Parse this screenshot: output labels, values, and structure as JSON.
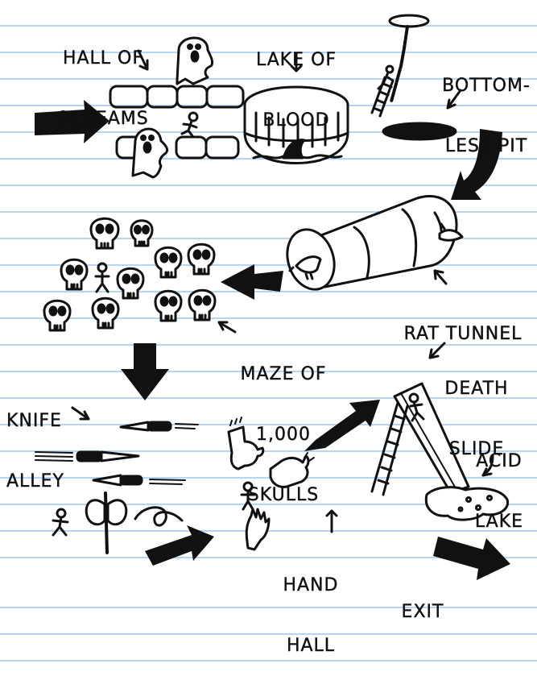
{
  "stations": {
    "hall_of_screams": [
      "HALL OF",
      "SCREAMS"
    ],
    "lake_of_blood": [
      "LAKE OF",
      "BLOOD"
    ],
    "bottomless_pit": [
      "BOTTOM-",
      "LESS PIT"
    ],
    "rat_tunnel": [
      "RAT TUNNEL"
    ],
    "maze_of_skulls": [
      "MAZE OF",
      "1,000",
      "SKULLS"
    ],
    "knife_alley": [
      "KNIFE",
      "ALLEY"
    ],
    "death_slide": [
      "DEATH",
      "SLIDE"
    ],
    "acid_lake": [
      "ACID",
      "LAKE"
    ],
    "hand_hall": [
      "HAND",
      "HALL"
    ],
    "exit": [
      "EXIT"
    ]
  },
  "colors": {
    "ink": "#111111",
    "paper": "#ffffff",
    "ruled_line": "#b8d4ee"
  }
}
